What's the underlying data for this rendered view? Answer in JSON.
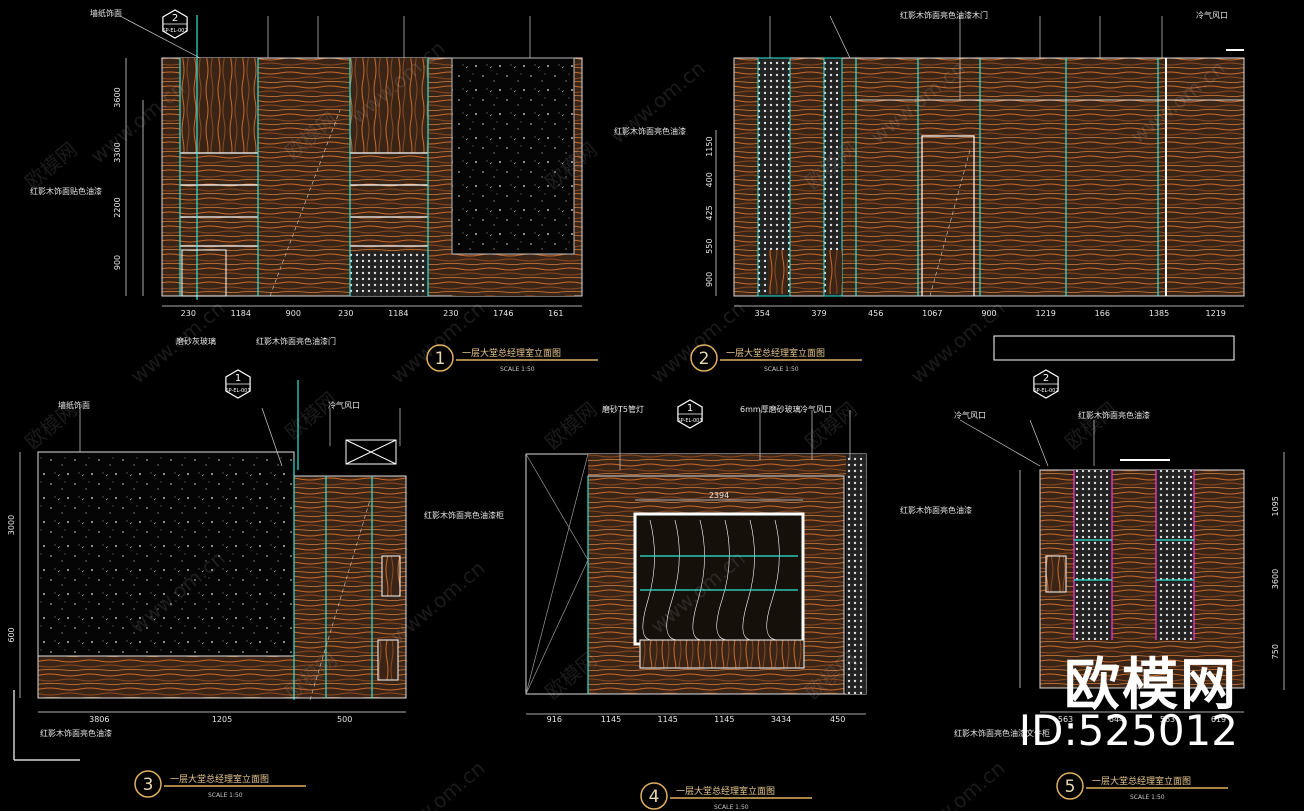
{
  "watermark": {
    "site": "www.om.cn",
    "logo": "欧模网"
  },
  "brand": {
    "name": "欧模网",
    "id": "ID:525012"
  },
  "drawings": [
    {
      "number": "1",
      "title": "一层大堂总经理室立面图",
      "scale": "SCALE 1:50"
    },
    {
      "number": "2",
      "title": "一层大堂总经理室立面图",
      "scale": "SCALE 1:50"
    },
    {
      "number": "3",
      "title": "一层大堂总经理室立面图",
      "scale": "SCALE 1:50"
    },
    {
      "number": "4",
      "title": "一层大堂总经理室立面图",
      "scale": "SCALE 1:50"
    },
    {
      "number": "5",
      "title": "一层大堂总经理室立面图",
      "scale": "SCALE 1:50"
    }
  ],
  "sections": [
    {
      "number": "2",
      "ref": "SP-EL-002"
    },
    {
      "number": "1",
      "ref": "SP-EL-001"
    },
    {
      "number": "1",
      "ref": "SP-EL-001"
    },
    {
      "number": "2",
      "ref": "SP-EL-002"
    }
  ],
  "dims": {
    "d1_bottom": [
      "230",
      "1184",
      "900",
      "230",
      "1184",
      "230",
      "1746",
      "161"
    ],
    "d1_left": [
      "3600",
      "3300",
      "2200",
      "900"
    ],
    "d2_bottom": [
      "354",
      "379",
      "456",
      "1067",
      "900",
      "1219",
      "166",
      "1385",
      "1219"
    ],
    "d2_left": [
      "1150",
      "400",
      "425",
      "550",
      "900"
    ],
    "d3_bottom": [
      "3806",
      "1205",
      "500"
    ],
    "d3_left": [
      "3000",
      "600"
    ],
    "d4_bottom": [
      "916",
      "1145",
      "1145",
      "1145",
      "3434",
      "450"
    ],
    "d4_top": [
      "2394"
    ],
    "d5_bottom": [
      "563",
      "644",
      "563",
      "619"
    ],
    "d5_right": [
      "1095",
      "3600",
      "750"
    ]
  },
  "notes": {
    "n1_a": "墙纸饰面",
    "n1_b": "红影木饰面贴色油漆",
    "n1_c": "磨砂灰玻璃",
    "n1_d": "红影木饰面亮色油漆门",
    "n2_a": "红影木饰面亮色油漆",
    "n2_b": "冷气风口",
    "n2_c": "红影木饰面亮色油漆木门",
    "n3_a": "墙纸饰面",
    "n3_b": "冷气风口",
    "n3_c": "红影木饰面亮色油漆柜",
    "n3_d": "红影木饰面亮色油漆",
    "n4_a": "磨砂T5管灯",
    "n4_b": "6mm厚磨砂玻璃",
    "n4_c": "冷气风口",
    "n4_d": "红影木饰面亮色油漆",
    "n5_a": "冷气风口",
    "n5_b": "红影木饰面亮色油漆",
    "n5_c": "红影木饰面亮色油漆文件柜"
  }
}
